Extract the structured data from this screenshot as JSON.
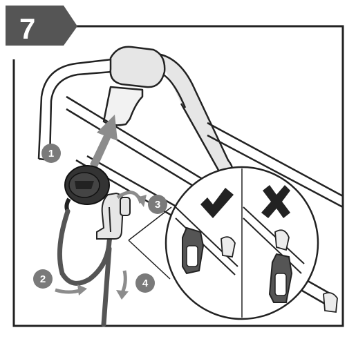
{
  "step": {
    "number": "7"
  },
  "callouts": [
    {
      "label": "1"
    },
    {
      "label": "2"
    },
    {
      "label": "3"
    },
    {
      "label": "4"
    }
  ],
  "icons": {
    "correct": "checkmark-icon",
    "incorrect": "cross-icon"
  },
  "colors": {
    "banner": "#555555",
    "callout": "#7a7a7a",
    "arrow": "#8c8c8c",
    "outline": "#222222",
    "handle": "#e6e6e6",
    "cable": "#555555"
  }
}
